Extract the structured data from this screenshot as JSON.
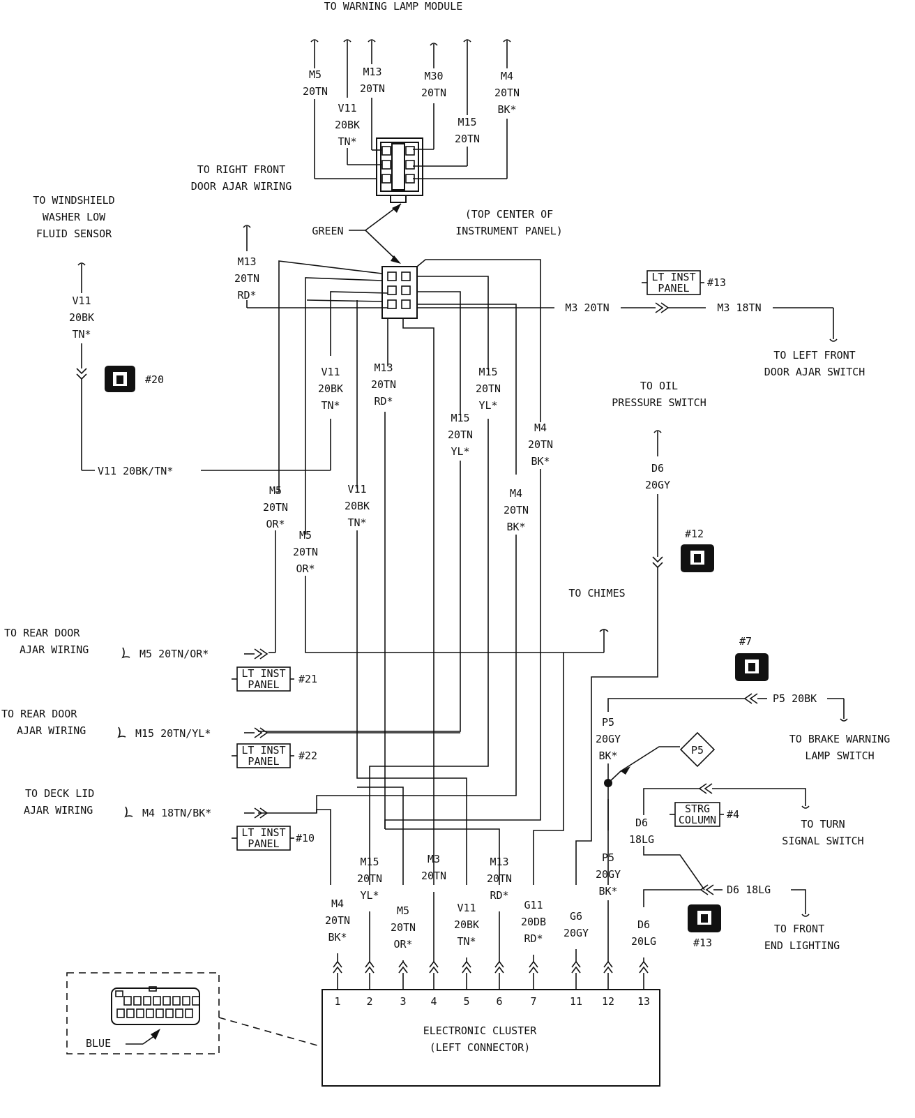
{
  "title": "TO WARNING LAMP MODULE",
  "top_connector_wires": [
    [
      "M5",
      "20TN"
    ],
    [
      "V11",
      "20BK",
      "TN*"
    ],
    [
      "M13",
      "20TN"
    ],
    [
      "M30",
      "20TN"
    ],
    [
      "M15",
      "20TN"
    ],
    [
      "M4",
      "20TN",
      "BK*"
    ]
  ],
  "callouts": {
    "right_front_door": [
      "TO RIGHT FRONT",
      "DOOR AJAR WIRING"
    ],
    "windshield": [
      "TO WINDSHIELD",
      "WASHER LOW",
      "FLUID SENSOR"
    ],
    "green": "GREEN",
    "top_center": [
      "(TOP CENTER OF",
      "INSTRUMENT PANEL)"
    ],
    "left_front_door": [
      "TO LEFT FRONT",
      "DOOR AJAR SWITCH"
    ],
    "oil_pressure": [
      "TO OIL",
      "PRESSURE SWITCH"
    ],
    "chimes": "TO CHIMES",
    "rear_door_1": [
      "TO REAR DOOR",
      "AJAR WIRING"
    ],
    "rear_door_2": [
      "TO REAR DOOR",
      "AJAR WIRING"
    ],
    "deck_lid": [
      "TO DECK LID",
      "AJAR WIRING"
    ],
    "brake_warning": [
      "TO BRAKE WARNING",
      "LAMP SWITCH"
    ],
    "turn_signal": [
      "TO TURN",
      "SIGNAL SWITCH"
    ],
    "front_end": [
      "TO FRONT",
      "END LIGHTING"
    ],
    "blue": "BLUE"
  },
  "wire_labels": {
    "m13_left": [
      "M13",
      "20TN",
      "RD*"
    ],
    "v11_left": [
      "V11",
      "20BK",
      "TN*"
    ],
    "v11_horizontal": "V11 20BK/TN*",
    "m3_20tn": "M3 20TN",
    "m3_18tn": "M3 18TN",
    "v11_mid": [
      "V11",
      "20BK",
      "TN*"
    ],
    "m13_mid": [
      "M13",
      "20TN",
      "RD*"
    ],
    "m15_mid_a": [
      "M15",
      "20TN",
      "YL*"
    ],
    "m15_mid_b": [
      "M15",
      "20TN",
      "YL*"
    ],
    "m4_mid_a": [
      "M4",
      "20TN",
      "BK*"
    ],
    "m4_mid_b": [
      "M4",
      "20TN",
      "BK*"
    ],
    "m5_mid_a": [
      "M5",
      "20TN",
      "OR*"
    ],
    "m5_mid_b": [
      "M5",
      "20TN",
      "OR*"
    ],
    "v11_low": [
      "V11",
      "20BK",
      "TN*"
    ],
    "d6_oil": [
      "D6",
      "20GY"
    ],
    "m5_rear": "M5 20TN/OR*",
    "m15_rear": "M15 20TN/YL*",
    "m4_deck": "M4 18TN/BK*",
    "p5_brake": "P5 20BK",
    "p5_upper": [
      "P5",
      "20GY",
      "BK*"
    ],
    "d6_turn": [
      "D6",
      "18LG"
    ],
    "d6_front": "D6 18LG"
  },
  "connector_refs": {
    "panel_label_1": "LT INST",
    "panel_label_2": "PANEL",
    "strg_1": "STRG",
    "strg_2": "COLUMN",
    "ref_13": "#13",
    "ref_20": "#20",
    "ref_12": "#12",
    "ref_7": "#7",
    "ref_21": "#21",
    "ref_22": "#22",
    "ref_10": "#10",
    "ref_4": "#4",
    "ref_13b": "#13",
    "splice": "P5"
  },
  "cluster": {
    "title": "ELECTRONIC CLUSTER",
    "subtitle": "(LEFT CONNECTOR)",
    "pins": [
      "1",
      "2",
      "3",
      "4",
      "5",
      "6",
      "7",
      "11",
      "12",
      "13"
    ],
    "pin_wires": [
      [
        "M4",
        "20TN",
        "BK*"
      ],
      [
        "M15",
        "20TN",
        "YL*"
      ],
      [
        "M5",
        "20TN",
        "OR*"
      ],
      [
        "M3",
        "20TN"
      ],
      [
        "V11",
        "20BK",
        "TN*"
      ],
      [
        "M13",
        "20TN",
        "RD*"
      ],
      [
        "G11",
        "20DB",
        "RD*"
      ],
      [
        "G6",
        "20GY"
      ],
      [
        "P5",
        "20GY",
        "BK*"
      ],
      [
        "D6",
        "20LG"
      ]
    ]
  }
}
